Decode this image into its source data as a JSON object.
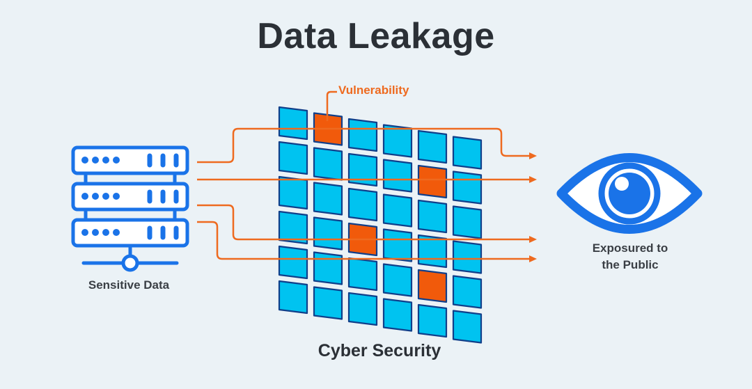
{
  "title": "Data Leakage",
  "labels": {
    "source": "Sensitive Data",
    "barrier": "Cyber Security",
    "vulnerability": "Vulnerability",
    "destination_line1": "Exposured to",
    "destination_line2": "the Public"
  },
  "icons": {
    "source": "server-stack-icon",
    "destination": "eye-icon"
  },
  "grid": {
    "rows": 6,
    "cols": 6,
    "vulnerable_cells": [
      [
        0,
        1
      ],
      [
        1,
        4
      ],
      [
        3,
        2
      ],
      [
        4,
        4
      ]
    ]
  },
  "colors": {
    "background": "#ebf2f6",
    "tile": "#00c3f0",
    "tile_border": "#103f8a",
    "vulnerable_tile": "#f15a0b",
    "leak_line": "#ee6a1f",
    "icon_blue": "#1a73e8",
    "text_dark": "#2b3036"
  }
}
